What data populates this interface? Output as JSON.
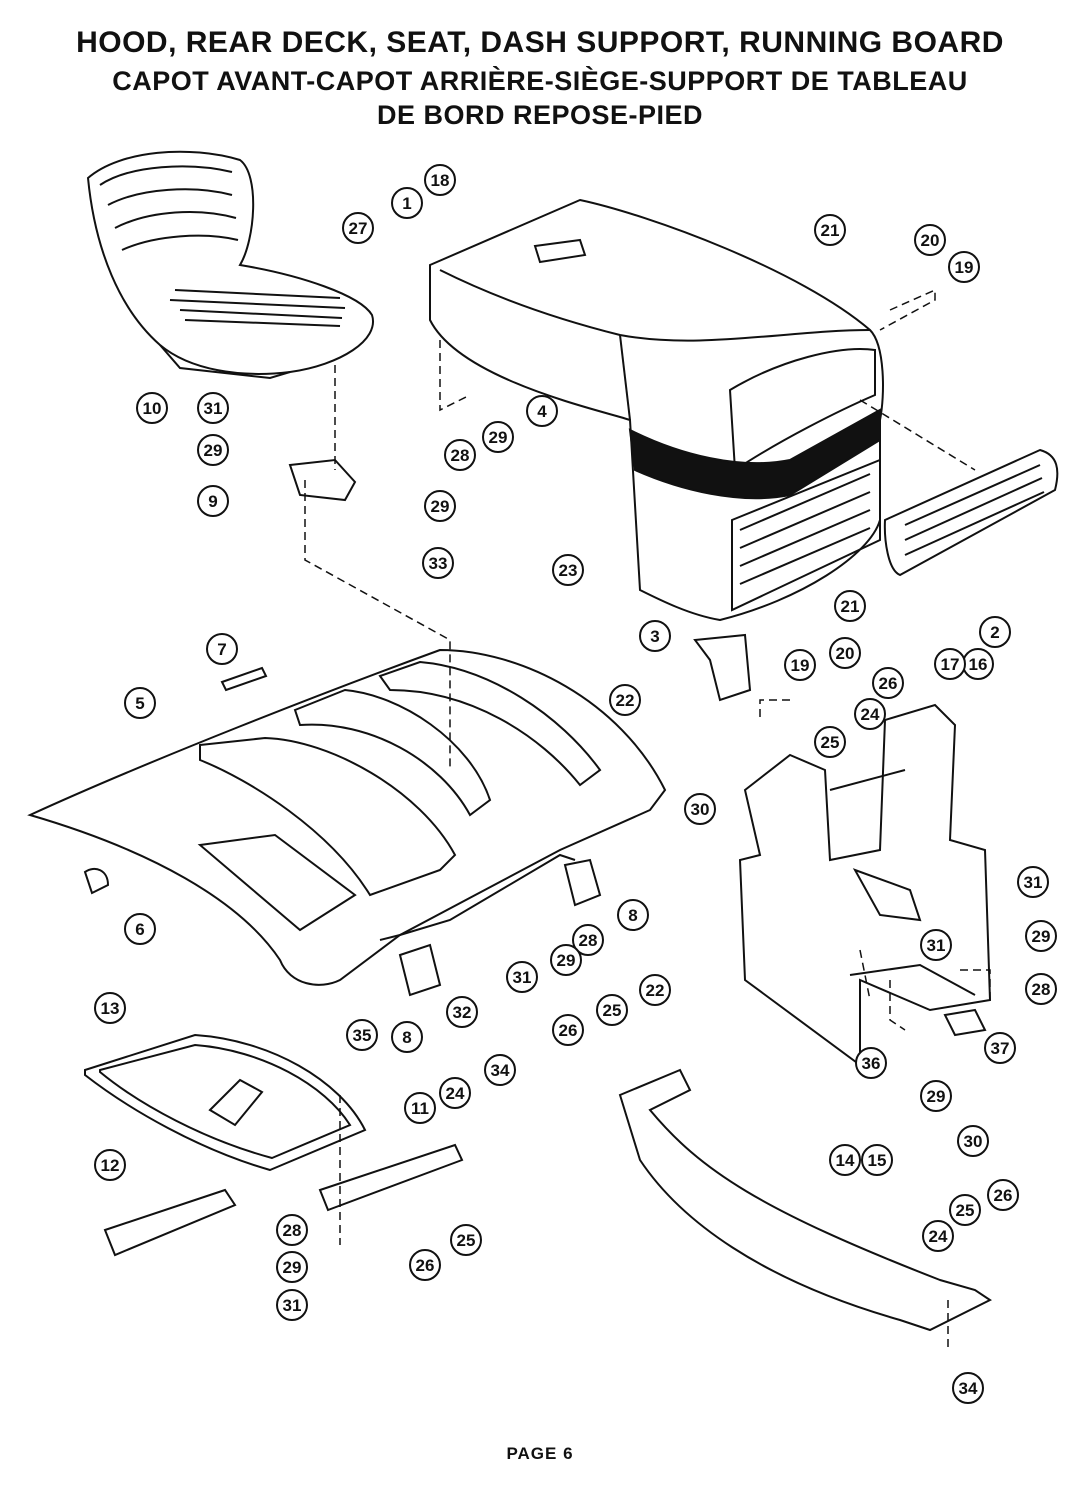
{
  "title": {
    "line1": "HOOD, REAR DECK, SEAT, DASH SUPPORT, RUNNING BOARD",
    "line2": "CAPOT AVANT-CAPOT ARRIÈRE-SIÈGE-SUPPORT DE TABLEAU",
    "line3": "DE BORD REPOSE-PIED"
  },
  "footer": "PAGE 6",
  "callouts": [
    {
      "n": "1"
    },
    {
      "n": "2"
    },
    {
      "n": "3"
    },
    {
      "n": "4"
    },
    {
      "n": "5"
    },
    {
      "n": "6"
    },
    {
      "n": "7"
    },
    {
      "n": "8"
    },
    {
      "n": "8"
    },
    {
      "n": "9"
    },
    {
      "n": "10"
    },
    {
      "n": "11"
    },
    {
      "n": "12"
    },
    {
      "n": "13"
    },
    {
      "n": "14"
    },
    {
      "n": "15"
    },
    {
      "n": "16"
    },
    {
      "n": "17"
    },
    {
      "n": "18"
    },
    {
      "n": "19"
    },
    {
      "n": "19"
    },
    {
      "n": "20"
    },
    {
      "n": "20"
    },
    {
      "n": "21"
    },
    {
      "n": "21"
    },
    {
      "n": "22"
    },
    {
      "n": "22"
    },
    {
      "n": "23"
    },
    {
      "n": "24"
    },
    {
      "n": "24"
    },
    {
      "n": "24"
    },
    {
      "n": "25"
    },
    {
      "n": "25"
    },
    {
      "n": "25"
    },
    {
      "n": "25"
    },
    {
      "n": "26"
    },
    {
      "n": "26"
    },
    {
      "n": "26"
    },
    {
      "n": "26"
    },
    {
      "n": "27"
    },
    {
      "n": "28"
    },
    {
      "n": "28"
    },
    {
      "n": "28"
    },
    {
      "n": "28"
    },
    {
      "n": "29"
    },
    {
      "n": "29"
    },
    {
      "n": "29"
    },
    {
      "n": "29"
    },
    {
      "n": "29"
    },
    {
      "n": "29"
    },
    {
      "n": "29"
    },
    {
      "n": "30"
    },
    {
      "n": "30"
    },
    {
      "n": "31"
    },
    {
      "n": "31"
    },
    {
      "n": "31"
    },
    {
      "n": "31"
    },
    {
      "n": "31"
    },
    {
      "n": "32"
    },
    {
      "n": "33"
    },
    {
      "n": "34"
    },
    {
      "n": "34"
    },
    {
      "n": "35"
    },
    {
      "n": "36"
    },
    {
      "n": "37"
    }
  ],
  "colors": {
    "ink": "#111111",
    "paper": "#ffffff"
  }
}
